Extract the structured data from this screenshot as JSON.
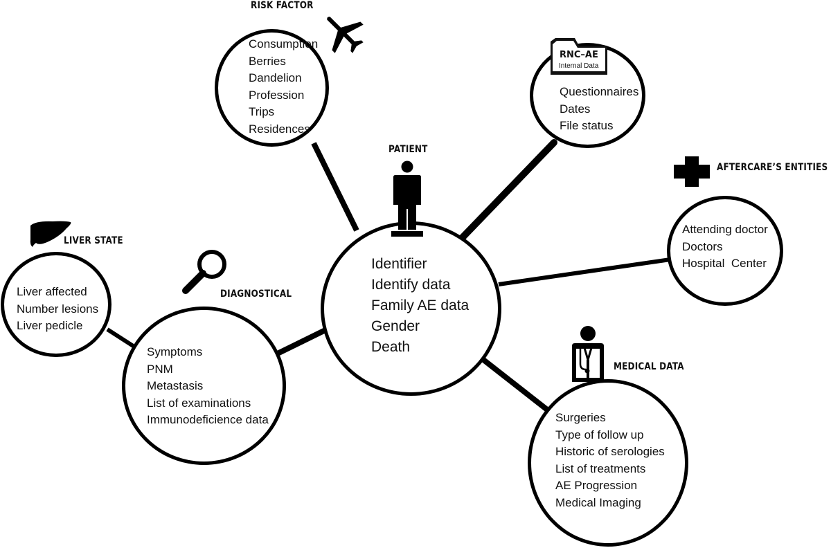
{
  "risk_factor": {
    "title": "RISK FACTOR",
    "items": [
      "Consumption",
      "Berries",
      "Dandelion",
      "Profession",
      "Trips",
      "Residences"
    ]
  },
  "rnc_ae": {
    "folder_title": "RNC–AE",
    "folder_subtitle": "Internal Data",
    "items": [
      "Questionnaires",
      "Dates",
      "File status"
    ]
  },
  "patient": {
    "title": "PATIENT",
    "items": [
      "Identifier",
      "Identify data",
      "Family AE data",
      "Gender",
      "Death"
    ]
  },
  "aftercare": {
    "title": "AFTERCARE’S ENTITIES",
    "items": [
      "Attending doctor",
      "Doctors",
      "Hospital  Center"
    ]
  },
  "liver_state": {
    "title": "LIVER STATE",
    "items": [
      "Liver affected",
      "Number lesions",
      "Liver pedicle"
    ]
  },
  "diagnostical": {
    "title": "DIAGNOSTICAL",
    "items": [
      "Symptoms",
      "PNM",
      "Metastasis",
      "List of examinations",
      "Immunodeficience data"
    ]
  },
  "medical_data": {
    "title": "MEDICAL DATA",
    "items": [
      "Surgeries",
      "Type of follow up",
      "Historic of serologies",
      "List of treatments",
      "AE Progression",
      "Medical Imaging"
    ]
  },
  "icons": {
    "risk_factor": "airplane-icon",
    "rnc_ae": "folder-icon",
    "patient": "person-icon",
    "aftercare": "cross-icon",
    "liver_state": "liver-icon",
    "diagnostical": "magnifier-icon",
    "medical_data": "doctor-icon"
  },
  "colors": {
    "stroke": "#000000",
    "background": "#ffffff"
  }
}
